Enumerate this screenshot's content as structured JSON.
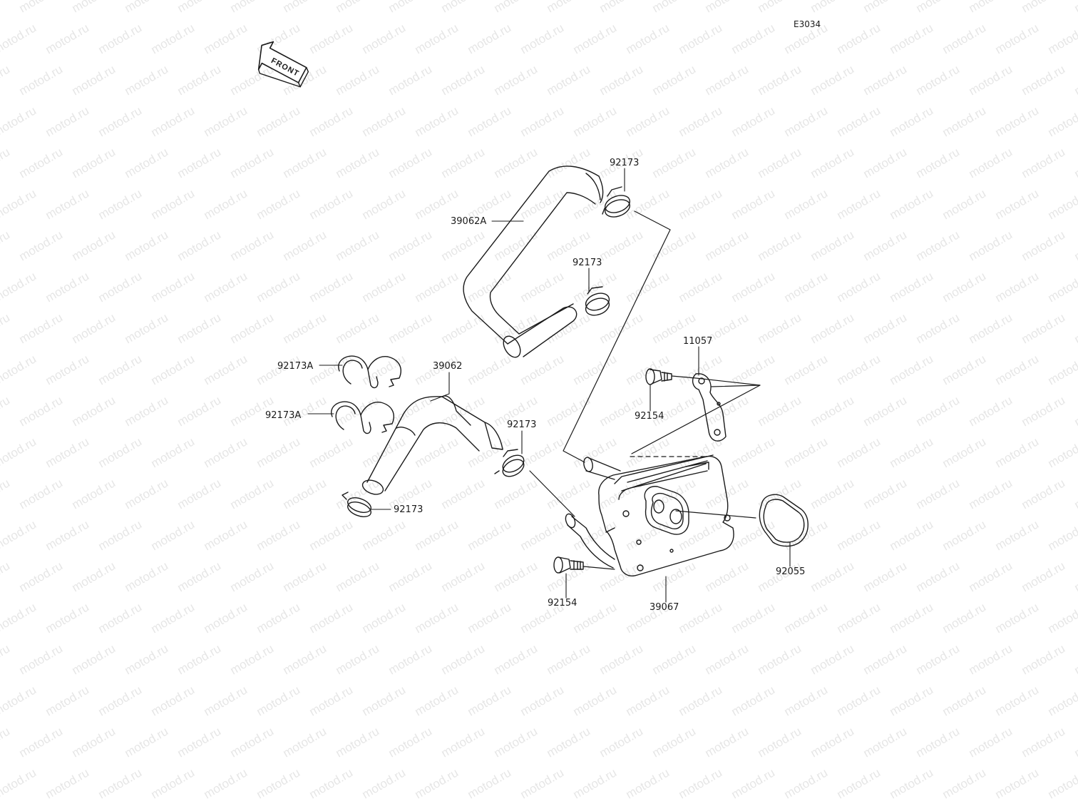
{
  "diagram_code": "E3034",
  "front_label": "FRONT",
  "watermark": "motod.ru",
  "colors": {
    "ink": "#1a1a1a",
    "watermark": "#e6e6e6",
    "background": "#ffffff"
  },
  "parts": [
    {
      "id": "92173-top",
      "number": "92173",
      "name": "clamp"
    },
    {
      "id": "39062A",
      "number": "39062A",
      "name": "hose"
    },
    {
      "id": "92173-mid",
      "number": "92173",
      "name": "clamp"
    },
    {
      "id": "11057",
      "number": "11057",
      "name": "bracket"
    },
    {
      "id": "92173A-1",
      "number": "92173A",
      "name": "clamp"
    },
    {
      "id": "39062",
      "number": "39062",
      "name": "hose"
    },
    {
      "id": "92154-right",
      "number": "92154",
      "name": "bolt"
    },
    {
      "id": "92173A-2",
      "number": "92173A",
      "name": "clamp"
    },
    {
      "id": "92173-lower",
      "number": "92173",
      "name": "clamp"
    },
    {
      "id": "92173-bottom",
      "number": "92173",
      "name": "clamp"
    },
    {
      "id": "92055",
      "number": "92055",
      "name": "o-ring"
    },
    {
      "id": "92154-lower",
      "number": "92154",
      "name": "bolt"
    },
    {
      "id": "39067",
      "number": "39067",
      "name": "oil-cooler"
    }
  ]
}
